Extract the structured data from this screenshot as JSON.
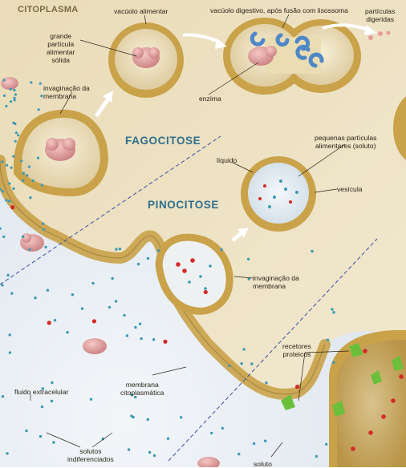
{
  "labels": {
    "citoplasma": "CITOPLASMA",
    "vacuolo_alimentar": "vacúolo alimentar",
    "vacuolo_digestivo": "vacúolo digestivo, após fusão com lisossoma",
    "particulas_digeridas": [
      "partículas",
      "digeridas"
    ],
    "grande_particula": [
      "grande",
      "partícula",
      "alimentar",
      "sólida"
    ],
    "invaginacao_1": [
      "invaginação da",
      "membrana"
    ],
    "enzima": "enzima",
    "fagocitose": "FAGOCITOSE",
    "pequenas_particulas": [
      "pequenas partículas",
      "alimentares (soluto)"
    ],
    "liquido": "líquido",
    "vesicula": "vesícula",
    "pinocitose": "PINOCITOSE",
    "invaginacao_2": [
      "invaginação da",
      "membrana"
    ],
    "recetores": [
      "recetores",
      "proteicos"
    ],
    "fluido": "fluido extracelular",
    "membrana_cito": [
      "membrana",
      "citoplasmática"
    ],
    "solutos": [
      "solutos",
      "indiferenciados"
    ],
    "soluto": "soluto"
  },
  "colors": {
    "cytoplasm": "#efe4c6",
    "membrane": "#c9a24a",
    "extracellular": "#dfe6ee",
    "particle": "#e6a7a5",
    "solute_blue": "#3b9ab5",
    "solute_red": "#d42a2a",
    "receptor": "#6bbf3a",
    "arrow": "#ffffff",
    "heading_blue": "#2f6f8f"
  }
}
